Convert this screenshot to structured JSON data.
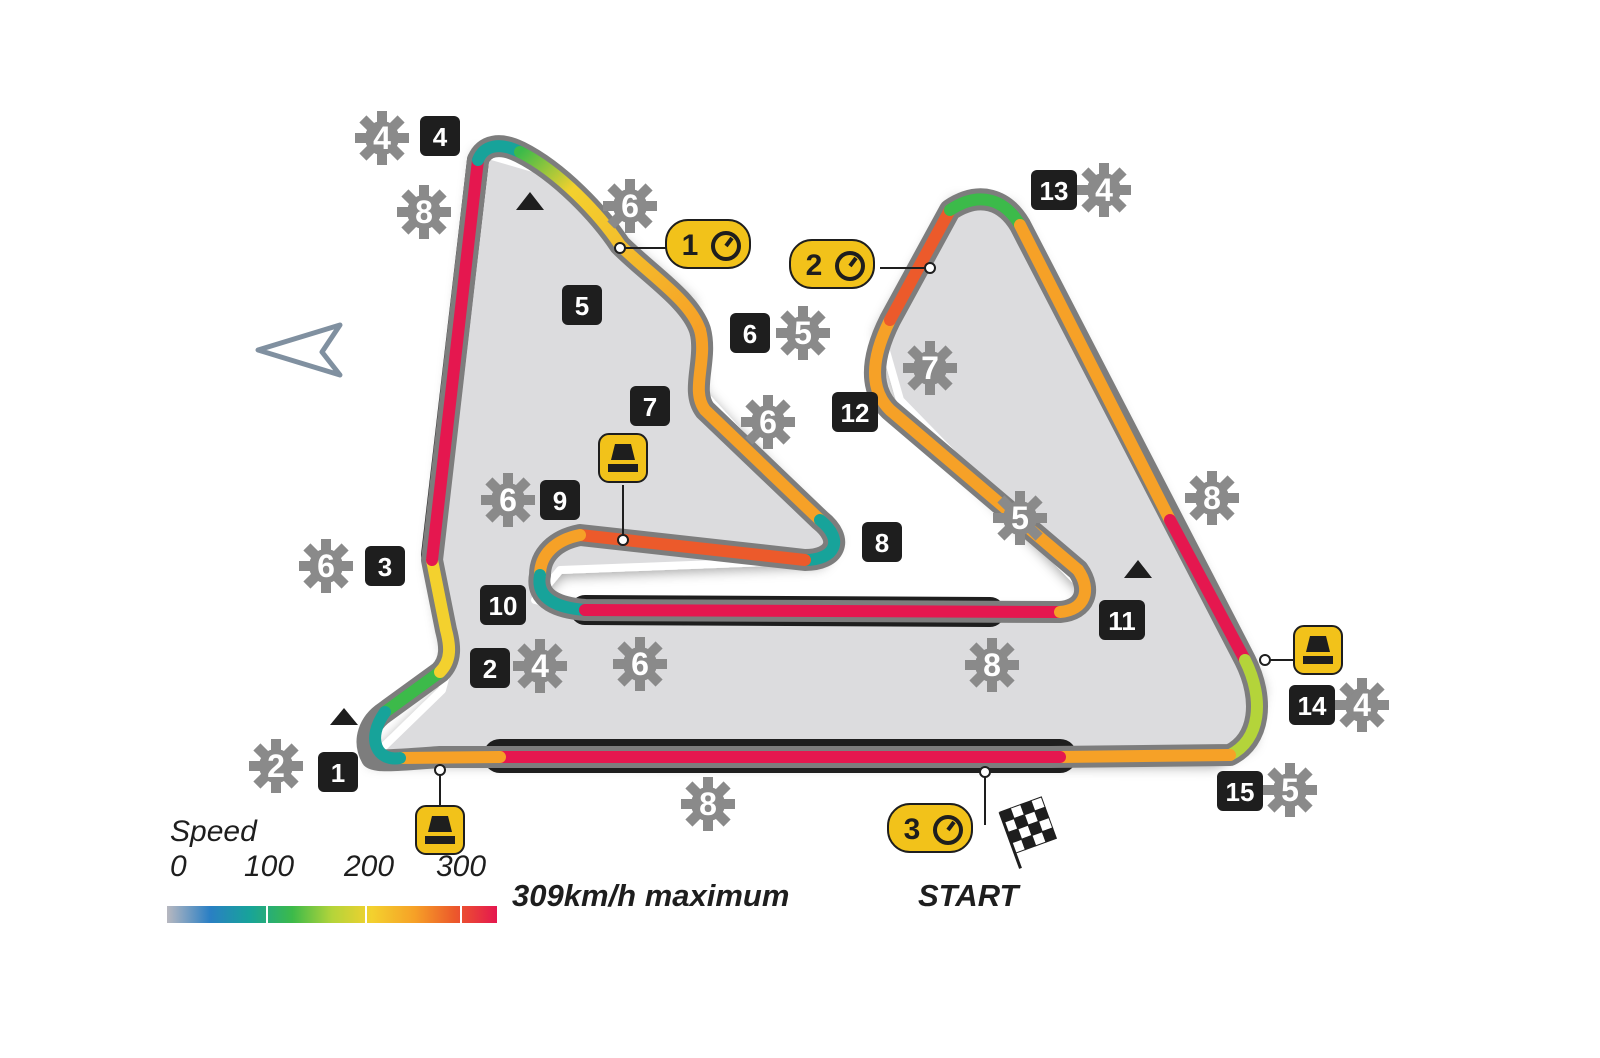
{
  "legend": {
    "title": "Speed",
    "ticks": [
      "0",
      "100",
      "200",
      "300"
    ],
    "maximum": "309km/h maximum"
  },
  "start_label": "START",
  "corners": [
    "1",
    "2",
    "3",
    "4",
    "5",
    "6",
    "7",
    "8",
    "9",
    "10",
    "11",
    "12",
    "13",
    "14",
    "15"
  ],
  "gears": {
    "t1": "2",
    "t2": "4",
    "t3": "6",
    "t4a": "4",
    "t4b": "8",
    "t5": "6",
    "t6": "5",
    "t7": "6",
    "t9": "6",
    "t10": "6",
    "t11": "8",
    "t11b": "5",
    "t12": "7",
    "t13": "4",
    "t14": "8",
    "t14b": "4",
    "t15": "5",
    "main": "8"
  },
  "sectors": [
    "1",
    "2",
    "3"
  ],
  "colors": {
    "slow": "#2a7fc4",
    "medium": "#3cba4a",
    "fast": "#f6a127",
    "top": "#e5174f",
    "badge": "#1e1e1e",
    "gear": "#8a8a8a",
    "timing": "#f2c21a"
  }
}
